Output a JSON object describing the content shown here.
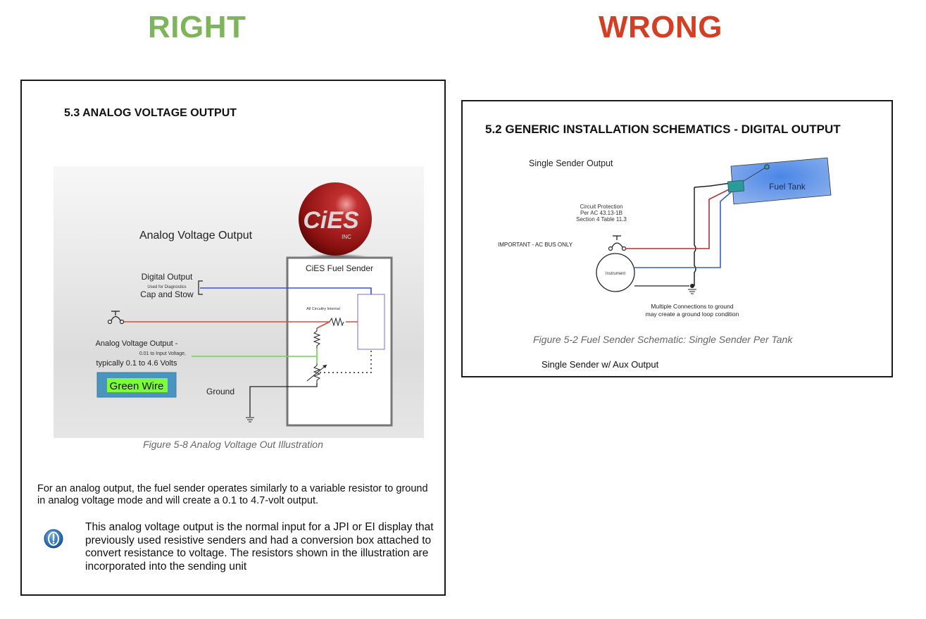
{
  "verdicts": {
    "right": {
      "label": "RIGHT",
      "color": "#7fb55a"
    },
    "wrong": {
      "label": "WRONG",
      "color": "#d23f24"
    }
  },
  "left_page": {
    "section_title": "5.3 ANALOG VOLTAGE OUTPUT",
    "diagram": {
      "title": "Analog Voltage Output",
      "logo": {
        "text": "CiES",
        "sub": "INC"
      },
      "sender_box_label": "CiES Fuel Sender",
      "internal_label": "All Circuitry Internal",
      "digital_output": {
        "label": "Digital Output",
        "sub": "Used for Diagnostics",
        "note": "Cap and Stow"
      },
      "analog_output": {
        "label": "Analog Voltage Output -",
        "line2": "0.01 to Input Voltage,",
        "line3": "typically 0.1 to 4.6 Volts"
      },
      "wire_badge": "Green Wire",
      "ground_label": "Ground",
      "wire_colors": {
        "digital": "#3a4fd0",
        "power": "#d44a3e",
        "analog": "#6fd44f",
        "ground": "#222222"
      }
    },
    "caption": "Figure 5-8 Analog Voltage Out Illustration",
    "paragraph": "For an analog output, the fuel sender operates similarly to a variable resistor to ground in analog voltage mode and will create a 0.1 to 4.7-volt output.",
    "note": {
      "icon": "exclamation-circle-icon",
      "text": "This analog voltage output is the normal input for a JPI or EI display that previously used resistive senders and had a conversion box attached to convert resistance to voltage. The resistors shown in the illustration are incorporated into the sending unit"
    }
  },
  "right_page": {
    "section_title": "5.2 GENERIC INSTALLATION SCHEMATICS - DIGITAL OUTPUT",
    "diagram": {
      "subtitle": "Single  Sender Output",
      "circuit_protection": [
        "Circuit Protection",
        "Per AC 43.13-1B",
        "Section 4 Table 11.3"
      ],
      "bus_warning": "IMPORTANT - AC BUS ONLY",
      "instrument_label": "Instrument",
      "tank_label": "Fuel  Tank",
      "ground_note": [
        "Multiple Connections to ground",
        "may create a ground loop condition"
      ],
      "wire_colors": {
        "power": "#a8323a",
        "signal": "#3a5cc7",
        "ground": "#222222"
      }
    },
    "caption": "Figure 5-2 Fuel Sender Schematic: Single Sender Per Tank",
    "next_subtitle": "Single  Sender w/ Aux Output"
  }
}
